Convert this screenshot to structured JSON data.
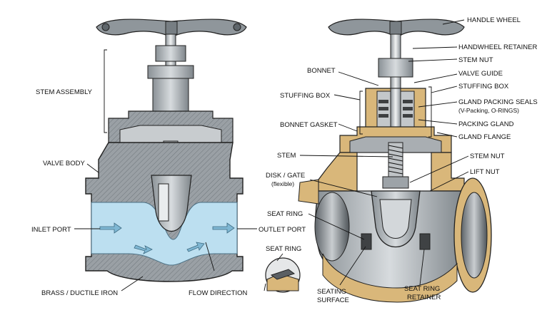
{
  "left_diagram": {
    "labels": {
      "stem_assembly": "STEM ASSEMBLY",
      "valve_body": "VALVE BODY",
      "inlet_port": "INLET PORT",
      "outlet_port": "OUTLET PORT",
      "brass_ductile_iron": "BRASS / DUCTILE IRON",
      "flow_direction": "FLOW DIRECTION"
    }
  },
  "right_diagram": {
    "labels": {
      "handle_wheel": "HANDLE WHEEL",
      "handwheel_retainer": "HANDWHEEL RETAINER",
      "stem_nut_top": "STEM NUT",
      "bonnet": "BONNET",
      "valve_guide": "VALVE GUIDE",
      "stuffing_box_left": "STUFFING BOX",
      "stuffing_box_right": "STUFFING BOX",
      "gland_packing_seals_1": "GLAND PACKING SEALS",
      "gland_packing_seals_2": "(V-Packing, O-RINGS)",
      "packing_gland": "PACKING GLAND",
      "bonnet_gasket": "BONNET GASKET",
      "gland_flange": "GLAND FLANGE",
      "stem": "STEM",
      "stem_nut_mid": "STEM NUT",
      "disk_gate_1": "DISK / GATE",
      "disk_gate_2": "(flexible)",
      "lift_nut": "LIFT NUT",
      "seat_ring": "SEAT RING",
      "seat_ring_detail": "SEAT RING",
      "seating_surface_1": "SEATING",
      "seating_surface_2": "SURFACE",
      "seat_ring_retainer_1": "SEAT RING",
      "seat_ring_retainer_2": "RETAINER"
    }
  },
  "colors": {
    "metal": "#b9bec2",
    "metal_dark": "#6d7479",
    "water": "#bcdff0",
    "brass": "#d9b77a",
    "line": "#111111"
  }
}
